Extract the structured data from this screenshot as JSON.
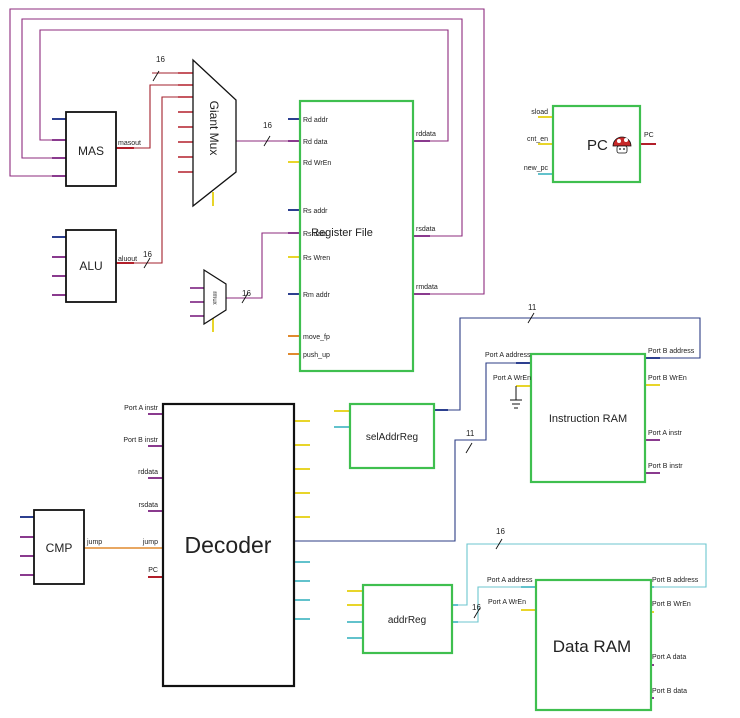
{
  "colors": {
    "green_block": "#3fbf4f",
    "black_block": "#111111",
    "bus_purple": "#8e2b7e",
    "bus_red": "#a3202c",
    "bus_blue": "#2d3e86",
    "bus_cyan": "#6cc6cf",
    "pin_yellow": "#e8d52a",
    "pin_orange": "#e08a2e",
    "pin_purple": "#8a3a8e",
    "pin_blue": "#2c3f8f",
    "pin_red": "#b21f2a",
    "pin_cyan": "#62c2cc",
    "pc_icon_red": "#c62828"
  },
  "blocks": {
    "mas": {
      "title": "MAS",
      "out": "masout"
    },
    "alu": {
      "title": "ALU",
      "out": "aluout"
    },
    "giant_mux": {
      "title": "Giant Mux"
    },
    "rmux": {
      "title": "rmux"
    },
    "register_file": {
      "title": "Register File",
      "inputs": [
        "Rd addr",
        "Rd data",
        "Rd WrEn",
        "Rs addr",
        "Rs data",
        "Rs Wren",
        "Rm addr",
        "move_fp",
        "push_up"
      ],
      "outputs": [
        "rddata",
        "rsdata",
        "rmdata"
      ]
    },
    "pc": {
      "title": "PC",
      "inputs": [
        "sload",
        "cnt_en",
        "new_pc"
      ],
      "out": "PC",
      "icon": "mushroom-icon"
    },
    "decoder": {
      "title": "Decoder",
      "inputs": [
        "Port A instr",
        "Port B instr",
        "rddata",
        "rsdata",
        "jump",
        "PC"
      ]
    },
    "cmp": {
      "title": "CMP",
      "out": "jump"
    },
    "sel_addr_reg": {
      "title": "selAddrReg"
    },
    "instruction_ram": {
      "title": "Instruction RAM",
      "left": [
        "Port A address",
        "Port A WrEn"
      ],
      "right": [
        "Port B address",
        "Port B WrEn",
        "Port A instr",
        "Port B instr"
      ]
    },
    "addr_reg": {
      "title": "addrReg"
    },
    "data_ram": {
      "title": "Data RAM",
      "left": [
        "Port A address",
        "Port A WrEn"
      ],
      "right": [
        "Port B address",
        "Port B WrEn",
        "Port A data",
        "Port B data"
      ]
    }
  },
  "bus_widths": {
    "mas_to_mux": "16",
    "alu_to_mux": "16",
    "mux_to_regfile": "16",
    "rmux_to_rs": "16",
    "instr_port_b_addr": "11",
    "decoder_to_seladdr": "11",
    "data_port_b_addr": "16",
    "addrreg_to_port_a": "16"
  }
}
